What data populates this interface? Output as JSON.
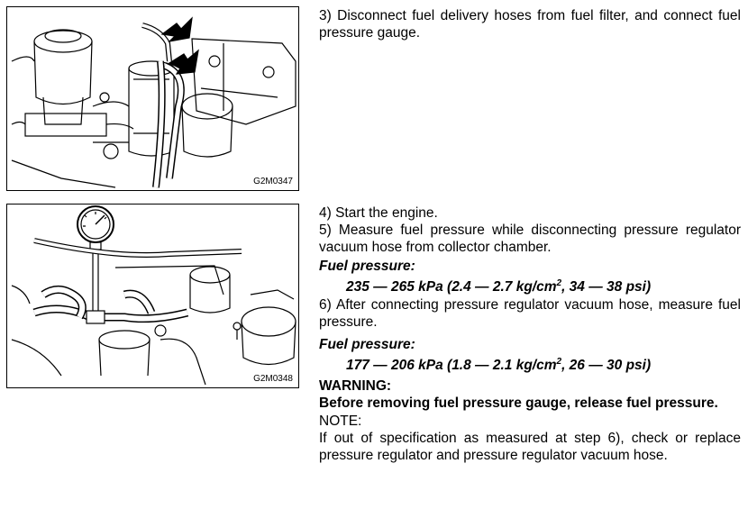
{
  "figures": [
    {
      "id": "G2M0347"
    },
    {
      "id": "G2M0348"
    }
  ],
  "step3": "3)  Disconnect fuel delivery hoses from fuel filter, and connect fuel pressure gauge.",
  "step4": "4)  Start the engine.",
  "step5": "5)  Measure fuel pressure while disconnecting pressure regulator vacuum hose from collector chamber.",
  "spec1": {
    "label": "Fuel pressure:",
    "a": "235 — 265 kPa (2.4 — 2.7 kg/cm",
    "sup": "2",
    "b": ", 34 — 38 psi)"
  },
  "step6": "6)  After connecting pressure regulator vacuum hose, measure fuel pressure.",
  "spec2": {
    "label": "Fuel pressure:",
    "a": "177 — 206 kPa (1.8 — 2.1 kg/cm",
    "sup": "2",
    "b": ", 26 — 30 psi)"
  },
  "warning": {
    "title": "WARNING:",
    "body": "Before removing fuel pressure gauge, release fuel pressure."
  },
  "note": {
    "title": "NOTE:",
    "body": "If out of specification as measured at step 6), check or replace pressure regulator and pressure regulator vacuum hose."
  }
}
